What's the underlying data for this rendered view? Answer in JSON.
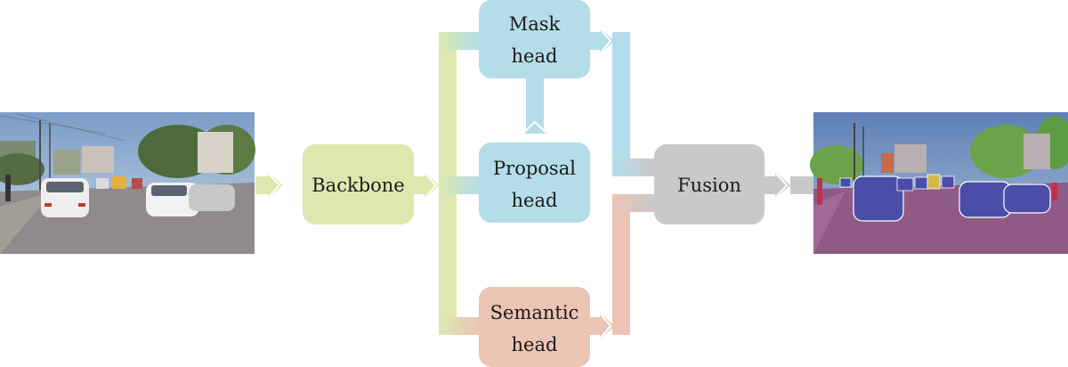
{
  "nodes": {
    "backbone": {
      "label": "Backbone"
    },
    "mask_head": {
      "line1": "Mask",
      "line2": "head"
    },
    "proposal_head": {
      "line1": "Proposal",
      "line2": "head"
    },
    "semantic_head": {
      "line1": "Semantic",
      "line2": "head"
    },
    "fusion": {
      "label": "Fusion"
    }
  },
  "colors": {
    "backbone": "#dde8b0",
    "backbone_stroke": "#dbe7ad",
    "instance": "#b4dde9",
    "semantic": "#ebc4b4",
    "fusion": "#c9c9c9",
    "road": "#8f8a8e",
    "sky": "#95b2cf",
    "seg_road": "#8f5a86",
    "seg_car": "#4a4ea8",
    "seg_vegetation": "#6ba24a"
  },
  "icons": {
    "input": "street-scene-photo",
    "output": "panoptic-segmentation-output",
    "arrow": "chevron-arrow-icon"
  }
}
